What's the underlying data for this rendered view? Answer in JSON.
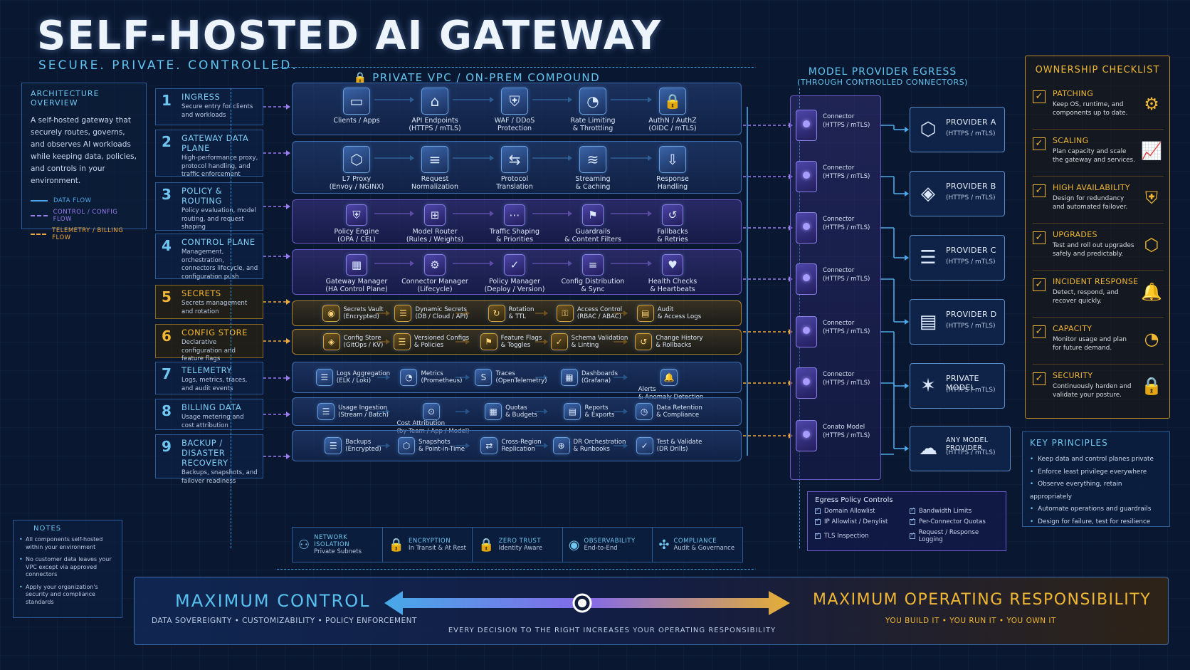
{
  "header": {
    "title": "SELF-HOSTED AI GATEWAY",
    "subtitle": "SECURE.  PRIVATE.  CONTROLLED."
  },
  "overview": {
    "title": "ARCHITECTURE OVERVIEW",
    "text": "A self-hosted gateway that securely routes, governs, and observes AI workloads while keeping data, policies, and controls in your environment.",
    "legend": [
      {
        "label": "DATA FLOW",
        "color": "#4aa8e8",
        "style": "solid"
      },
      {
        "label": "CONTROL / CONFIG FLOW",
        "color": "#9a7cf0",
        "style": "dashed"
      },
      {
        "label": "TELEMETRY / BILLING FLOW",
        "color": "#f0a93a",
        "style": "dashed"
      }
    ]
  },
  "layers": [
    {
      "num": "1",
      "title": "INGRESS",
      "desc": "Secure entry for clients and workloads",
      "tone": "blue"
    },
    {
      "num": "2",
      "title": "GATEWAY DATA PLANE",
      "desc": "High-performance proxy, protocol handling, and traffic enforcement",
      "tone": "blue"
    },
    {
      "num": "3",
      "title": "POLICY & ROUTING",
      "desc": "Policy evaluation, model routing, and request shaping",
      "tone": "blue"
    },
    {
      "num": "4",
      "title": "CONTROL PLANE",
      "desc": "Management, orchestration, connectors lifecycle, and configuration push",
      "tone": "blue"
    },
    {
      "num": "5",
      "title": "SECRETS",
      "desc": "Secrets management and rotation",
      "tone": "gold"
    },
    {
      "num": "6",
      "title": "CONFIG STORE",
      "desc": "Declarative configuration and feature flags",
      "tone": "gold"
    },
    {
      "num": "7",
      "title": "TELEMETRY",
      "desc": "Logs, metrics, traces, and audit events",
      "tone": "blue"
    },
    {
      "num": "8",
      "title": "BILLING DATA",
      "desc": "Usage metering and cost attribution",
      "tone": "blue"
    },
    {
      "num": "9",
      "title": "BACKUP / DISASTER RECOVERY",
      "desc": "Backups, snapshots, and failover readiness",
      "tone": "blue"
    }
  ],
  "compound": {
    "title": "PRIVATE VPC / ON-PREM COMPOUND",
    "rows": [
      {
        "tone": "blue",
        "nodes": [
          {
            "label1": "Clients / Apps",
            "label2": "",
            "icon": "▭"
          },
          {
            "label1": "API Endpoints",
            "label2": "(HTTPS / mTLS)",
            "icon": "⌂"
          },
          {
            "label1": "WAF / DDoS",
            "label2": "Protection",
            "icon": "⛨"
          },
          {
            "label1": "Rate Limiting",
            "label2": "& Throttling",
            "icon": "◔"
          },
          {
            "label1": "AuthN / AuthZ",
            "label2": "(OIDC / mTLS)",
            "icon": "🔒"
          }
        ]
      },
      {
        "tone": "blue",
        "nodes": [
          {
            "label1": "L7 Proxy",
            "label2": "(Envoy / NGINX)",
            "icon": "⬡"
          },
          {
            "label1": "Request",
            "label2": "Normalization",
            "icon": "≡"
          },
          {
            "label1": "Protocol",
            "label2": "Translation",
            "icon": "⇆"
          },
          {
            "label1": "Streaming",
            "label2": "& Caching",
            "icon": "≋"
          },
          {
            "label1": "Response",
            "label2": "Handling",
            "icon": "⇩"
          }
        ]
      },
      {
        "tone": "purple",
        "nodes": [
          {
            "label1": "Policy Engine",
            "label2": "(OPA / CEL)",
            "icon": "⛨"
          },
          {
            "label1": "Model Router",
            "label2": "(Rules / Weights)",
            "icon": "⊞"
          },
          {
            "label1": "Traffic Shaping",
            "label2": "& Priorities",
            "icon": "⋯"
          },
          {
            "label1": "Guardrails",
            "label2": "& Content Filters",
            "icon": "⚑"
          },
          {
            "label1": "Fallbacks",
            "label2": "& Retries",
            "icon": "↺"
          }
        ]
      },
      {
        "tone": "purple",
        "nodes": [
          {
            "label1": "Gateway Manager",
            "label2": "(HA Control Plane)",
            "icon": "▦"
          },
          {
            "label1": "Connector Manager",
            "label2": "(Lifecycle)",
            "icon": "⚙"
          },
          {
            "label1": "Policy Manager",
            "label2": "(Deploy / Version)",
            "icon": "✓"
          },
          {
            "label1": "Config Distribution",
            "label2": "& Sync",
            "icon": "≡"
          },
          {
            "label1": "Health Checks",
            "label2": "& Heartbeats",
            "icon": "♥"
          }
        ]
      },
      {
        "tone": "gold",
        "nodes": [
          {
            "label1": "Secrets Vault",
            "label2": "(Encrypted)",
            "icon": "◉"
          },
          {
            "label1": "Dynamic Secrets",
            "label2": "(DB / Cloud / API)",
            "icon": "☰"
          },
          {
            "label1": "Rotation",
            "label2": "& TTL",
            "icon": "↻"
          },
          {
            "label1": "Access Control",
            "label2": "(RBAC / ABAC)",
            "icon": "⚿"
          },
          {
            "label1": "Audit",
            "label2": "& Access Logs",
            "icon": "▤"
          }
        ]
      },
      {
        "tone": "gold",
        "nodes": [
          {
            "label1": "Config Store",
            "label2": "(GitOps / KV)",
            "icon": "◈"
          },
          {
            "label1": "Versioned Configs",
            "label2": "& Policies",
            "icon": "☰"
          },
          {
            "label1": "Feature Flags",
            "label2": "& Toggles",
            "icon": "⚑"
          },
          {
            "label1": "Schema Validation",
            "label2": "& Linting",
            "icon": "✓"
          },
          {
            "label1": "Change History",
            "label2": "& Rollbacks",
            "icon": "↺"
          }
        ]
      },
      {
        "tone": "blue",
        "nodes": [
          {
            "label1": "Logs Aggregation",
            "label2": "(ELK / Loki)",
            "icon": "☰"
          },
          {
            "label1": "Metrics",
            "label2": "(Prometheus)",
            "icon": "◔"
          },
          {
            "label1": "Traces",
            "label2": "(OpenTelemetry)",
            "icon": "S"
          },
          {
            "label1": "Dashboards",
            "label2": "(Grafana)",
            "icon": "▦"
          },
          {
            "label1": "Alerts",
            "label2": "& Anomaly Detection",
            "icon": "🔔"
          }
        ]
      },
      {
        "tone": "blue",
        "nodes": [
          {
            "label1": "Usage Ingestion",
            "label2": "(Stream / Batch)",
            "icon": "☰"
          },
          {
            "label1": "Cost Attribution",
            "label2": "(by Team / App / Model)",
            "icon": "⊙"
          },
          {
            "label1": "Quotas",
            "label2": "& Budgets",
            "icon": "▦"
          },
          {
            "label1": "Reports",
            "label2": "& Exports",
            "icon": "▤"
          },
          {
            "label1": "Data Retention",
            "label2": "& Compliance",
            "icon": "◷"
          }
        ]
      },
      {
        "tone": "blue",
        "nodes": [
          {
            "label1": "Backups",
            "label2": "(Encrypted)",
            "icon": "☰"
          },
          {
            "label1": "Snapshots",
            "label2": "& Point-in-Time",
            "icon": "⬡"
          },
          {
            "label1": "Cross-Region",
            "label2": "Replication",
            "icon": "⇄"
          },
          {
            "label1": "DR Orchestration",
            "label2": "& Runbooks",
            "icon": "⊕"
          },
          {
            "label1": "Test & Validate",
            "label2": "(DR Drills)",
            "icon": "✓"
          }
        ]
      }
    ],
    "features": [
      {
        "title": "NETWORK ISOLATION",
        "sub": "Private Subnets",
        "icon": "⚇"
      },
      {
        "title": "ENCRYPTION",
        "sub": "In Transit & At Rest",
        "icon": "🔒"
      },
      {
        "title": "ZERO TRUST",
        "sub": "Identity Aware",
        "icon": "🔒"
      },
      {
        "title": "OBSERVABILITY",
        "sub": "End-to-End",
        "icon": "◉"
      },
      {
        "title": "COMPLIANCE",
        "sub": "Audit & Governance",
        "icon": "✣"
      }
    ]
  },
  "egress": {
    "title": "MODEL PROVIDER EGRESS",
    "subtitle": "(THROUGH CONTROLLED CONNECTORS)",
    "connectors": [
      {
        "label1": "Connector",
        "label2": "(HTTPS / mTLS)"
      },
      {
        "label1": "Connector",
        "label2": "(HTTPS / mTLS)"
      },
      {
        "label1": "Connector",
        "label2": "(HTTPS / mTLS)"
      },
      {
        "label1": "Connector",
        "label2": "(HTTPS / mTLS)"
      },
      {
        "label1": "Connector",
        "label2": "(HTTPS / mTLS)"
      },
      {
        "label1": "Connector",
        "label2": "(HTTPS / mTLS)"
      },
      {
        "label1": "Conato Model",
        "label2": "(HTTPS / mTLS)"
      }
    ],
    "providers": [
      {
        "name": "PROVIDER A",
        "proto": "(HTTPS / mTLS)",
        "icon": "⬡"
      },
      {
        "name": "PROVIDER B",
        "proto": "(HTTPS / mTLS)",
        "icon": "◈"
      },
      {
        "name": "PROVIDER C",
        "proto": "(HTTPS / mTLS)",
        "icon": "☰"
      },
      {
        "name": "PROVIDER D",
        "proto": "(HTTPS / mTLS)",
        "icon": "▤"
      },
      {
        "name": "PRIVATE MODEL",
        "proto": "(HTTPS / mTLS)",
        "icon": "✶"
      },
      {
        "name": "ANY MODEL PROVIDER",
        "proto": "(HTTPS / mTLS)",
        "icon": "☁"
      }
    ],
    "policy": {
      "title": "Egress Policy Controls",
      "items": [
        "Domain Allowlist",
        "Bandwidth Limits",
        "IP Allowlist / Denylist",
        "Per-Connector Quotas",
        "TLS Inspection",
        "Request / Response Logging"
      ]
    }
  },
  "checklist": {
    "title": "OWNERSHIP CHECKLIST",
    "items": [
      {
        "title": "PATCHING",
        "desc": "Keep OS, runtime, and components up to date.",
        "icon": "⚙"
      },
      {
        "title": "SCALING",
        "desc": "Plan capacity and scale the gateway and services.",
        "icon": "📈"
      },
      {
        "title": "HIGH AVAILABILITY",
        "desc": "Design for redundancy and automated failover.",
        "icon": "⛨"
      },
      {
        "title": "UPGRADES",
        "desc": "Test and roll out upgrades safely and predictably.",
        "icon": "⬡"
      },
      {
        "title": "INCIDENT RESPONSE",
        "desc": "Detect, respond, and recover quickly.",
        "icon": "🔔"
      },
      {
        "title": "CAPACITY",
        "desc": "Monitor usage and plan for future demand.",
        "icon": "◔"
      },
      {
        "title": "SECURITY",
        "desc": "Continuously harden and validate your posture.",
        "icon": "🔒"
      }
    ]
  },
  "principles": {
    "title": "KEY PRINCIPLES",
    "items": [
      "Keep data and control planes private",
      "Enforce least privilege everywhere",
      "Observe everything, retain appropriately",
      "Automate operations and guardrails",
      "Design for failure, test for resilience"
    ]
  },
  "notes": {
    "title": "NOTES",
    "items": [
      "All components self-hosted within your environment",
      "No customer data leaves your VPC except via approved connectors",
      "Apply your organization's security and compliance standards"
    ]
  },
  "banner": {
    "left_title": "MAXIMUM CONTROL",
    "left_sub": "DATA SOVEREIGNTY  •  CUSTOMIZABILITY  •  POLICY ENFORCEMENT",
    "right_title": "MAXIMUM OPERATING RESPONSIBILITY",
    "right_sub": "YOU BUILD IT  •  YOU RUN IT  •  YOU OWN IT",
    "center": "EVERY DECISION TO THE RIGHT INCREASES YOUR OPERATING RESPONSIBILITY"
  },
  "colors": {
    "accent_blue": "#58c1f0",
    "accent_gold": "#f0b634",
    "accent_purple": "#8c7fe6",
    "background": "#0a1730"
  }
}
